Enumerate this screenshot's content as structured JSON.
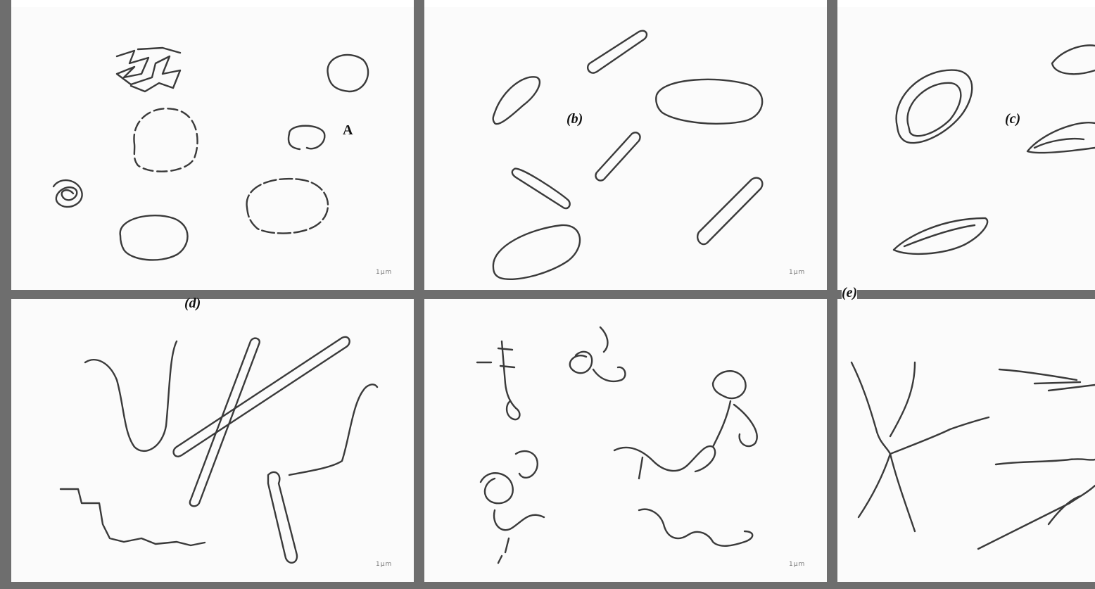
{
  "labels": {
    "a": "A",
    "b": "(b)",
    "c": "(c)",
    "d": "(d)",
    "e": "(e)"
  },
  "scale_marks": {
    "p1": "1μm",
    "p2": "1μm",
    "p4": "1μm",
    "p5": "1μm"
  },
  "colors": {
    "line": "#3a3a3a",
    "border": "#6e6e6e",
    "panel": "#fbfbfb"
  }
}
